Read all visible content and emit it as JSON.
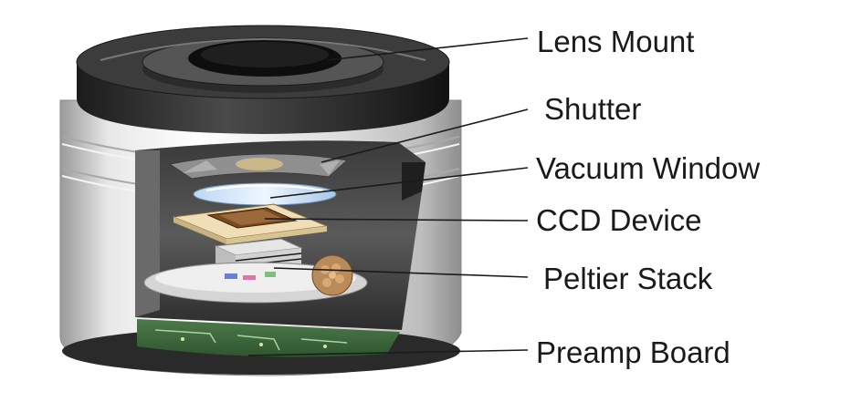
{
  "labels": {
    "lens_mount": "Lens Mount",
    "shutter": "Shutter",
    "vacuum_window": "Vacuum Window",
    "ccd_device": "CCD Device",
    "peltier_stack": "Peltier Stack",
    "preamp_board": "Preamp Board"
  }
}
